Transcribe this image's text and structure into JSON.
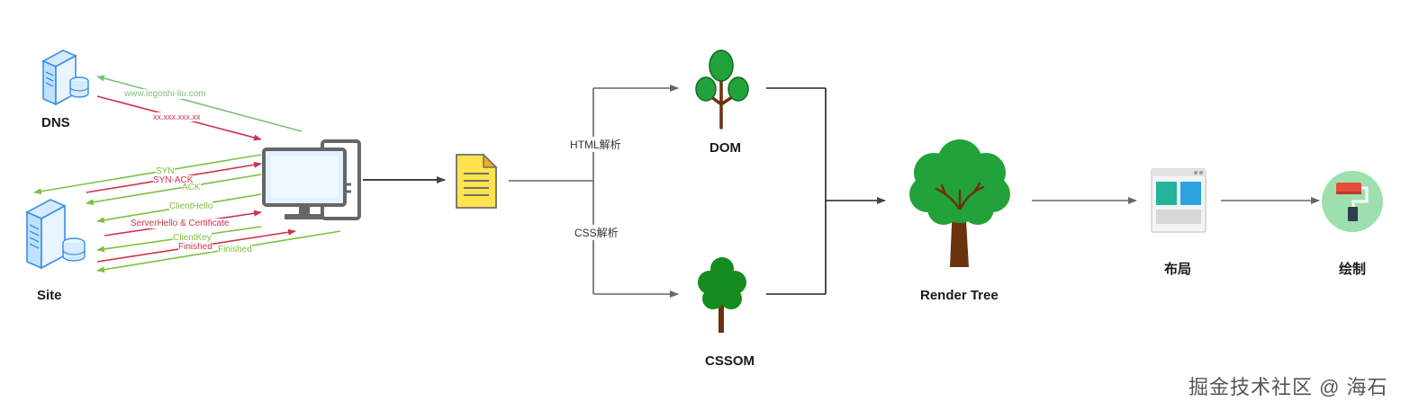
{
  "nodes": {
    "dns": "DNS",
    "site": "Site",
    "dom": "DOM",
    "cssom": "CSSOM",
    "render_tree": "Render Tree",
    "layout": "布局",
    "paint": "绘制"
  },
  "edges": {
    "html_parse": "HTML解析",
    "css_parse": "CSS解析"
  },
  "dns_exchange": {
    "query": "www.legoshi-liu.com",
    "answer": "xx.xxx.xxx.xx"
  },
  "handshake": {
    "syn": "SYN",
    "syn_ack": "SYN-ACK",
    "ack": "ACK",
    "client_hello": "ClientHello",
    "server_hello": "ServerHello & Certificate",
    "client_key": "ClientKey",
    "finished_server": "Finished",
    "finished_client": "Finished"
  },
  "watermark": "掘金技术社区 @ 海石",
  "colors": {
    "green_arrow": "#7fbf3f",
    "red_arrow": "#d0324a",
    "dns_green": "#7ec07e",
    "flow_arrow": "#555555",
    "tree_green": "#22a23a",
    "trunk": "#6b3210"
  }
}
